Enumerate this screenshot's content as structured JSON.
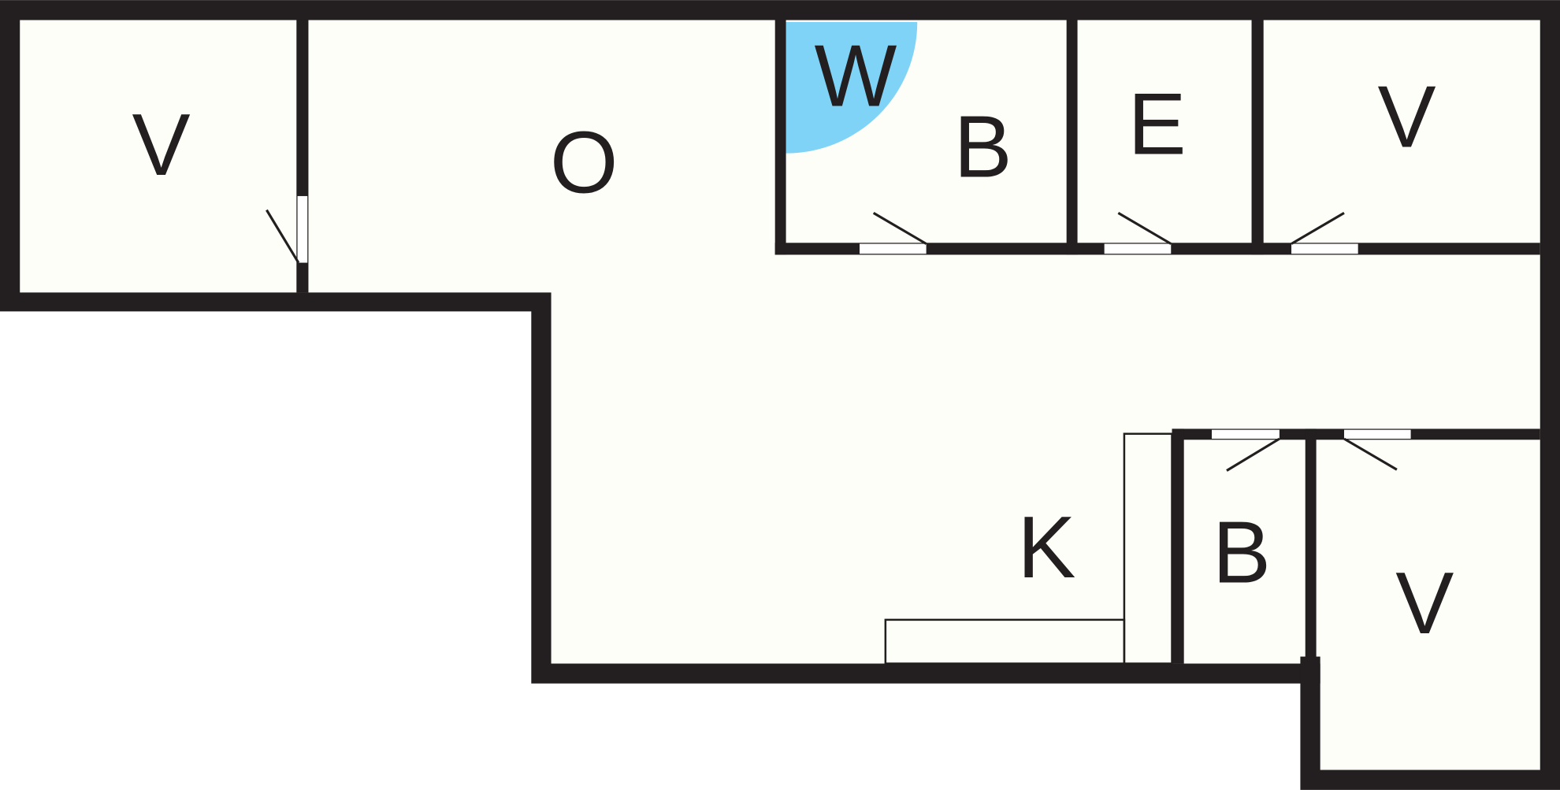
{
  "colors": {
    "wall": "#231f20",
    "floor": "#fdfef8",
    "accent": "#7fd3f7"
  },
  "rooms": {
    "v1": "V",
    "o": "O",
    "w": "W",
    "b1": "B",
    "e": "E",
    "v2": "V",
    "k": "K",
    "b2": "B",
    "v3": "V"
  }
}
